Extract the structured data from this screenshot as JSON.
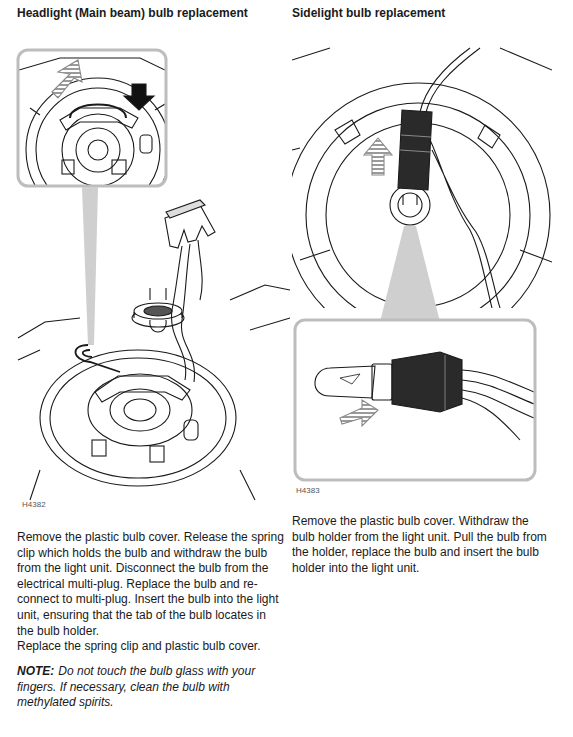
{
  "diagram": {
    "labels": [
      "Headlight (Main beam) bulb replacement",
      "Sidelight bulb replacement",
      "H4382",
      "H4383",
      "Remove the plastic bulb cover. Release the spring clip which holds the bulb and withdraw the bulb from the light unit. Disconnect the bulb from the electrical multi-plug. Replace the bulb and re-connect to multi-plug. Insert the bulb into the light unit, ensuring that the tab of the bulb locates in the bulb holder.",
      "Replace the spring clip and plastic bulb cover.",
      "NOTE:",
      "Do not touch the bulb glass with your fingers. If necessary, clean the bulb with methylated spirits.",
      "Remove the plastic bulb cover. Withdraw the bulb holder from the light unit. Pull the bulb from the holder, replace the bulb and insert the bulb holder into the light unit."
    ]
  }
}
